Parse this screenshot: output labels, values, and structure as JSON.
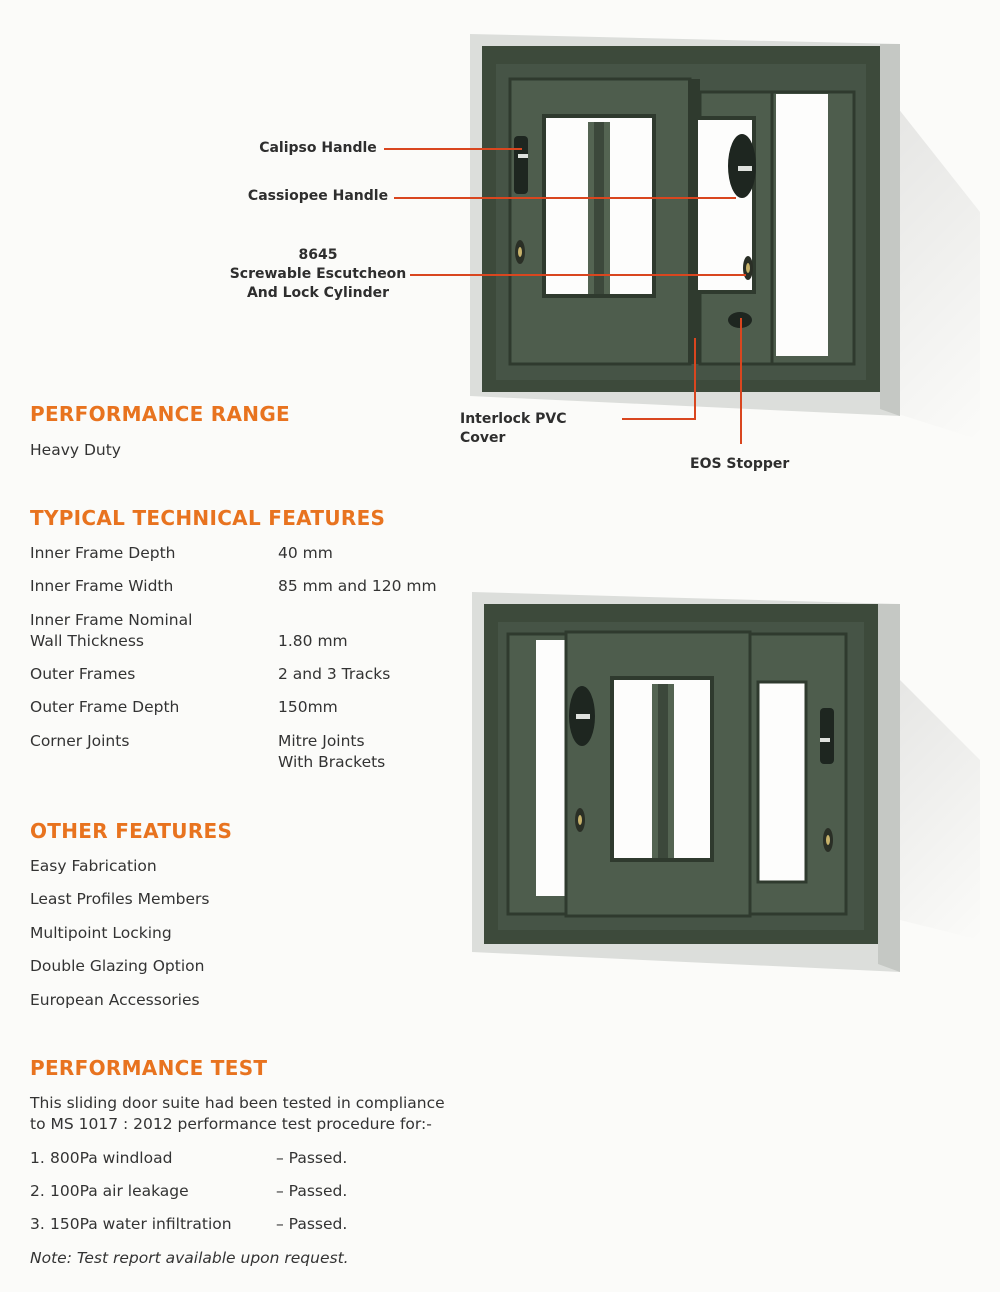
{
  "callouts": {
    "calipso": "Calipso Handle",
    "cassiopee": "Cassiopee Handle",
    "escutcheon_1": "8645",
    "escutcheon_2": "Screwable Escutcheon",
    "escutcheon_3": "And Lock Cylinder",
    "interlock": "Interlock PVC Cover",
    "eos": "EOS Stopper"
  },
  "performance_range": {
    "title": "PERFORMANCE RANGE",
    "value": "Heavy Duty"
  },
  "technical": {
    "title": "TYPICAL TECHNICAL FEATURES",
    "rows": [
      {
        "label": "Inner Frame Depth",
        "value": "40 mm"
      },
      {
        "label": "Inner Frame Width",
        "value": "85 mm and 120 mm"
      },
      {
        "label_1": "Inner Frame Nominal",
        "label_2": "Wall Thickness",
        "value": "1.80 mm"
      },
      {
        "label": "Outer Frames",
        "value": "2 and 3 Tracks"
      },
      {
        "label": "Outer Frame Depth",
        "value": "150mm"
      },
      {
        "label": "Corner Joints",
        "value_1": "Mitre Joints",
        "value_2": "With Brackets"
      }
    ]
  },
  "other": {
    "title": "OTHER FEATURES",
    "items": [
      "Easy Fabrication",
      "Least Profiles Members",
      "Multipoint Locking",
      "Double Glazing Option",
      "European Accessories"
    ]
  },
  "test": {
    "title": "PERFORMANCE TEST",
    "intro_1": "This sliding door suite had been tested in compliance",
    "intro_2": "to MS 1017 : 2012 performance test procedure for:-",
    "rows": [
      {
        "num": "1.",
        "label": "800Pa windload",
        "result": "– Passed."
      },
      {
        "num": "2.",
        "label": "100Pa air leakage",
        "result": "– Passed."
      },
      {
        "num": "3.",
        "label": "150Pa water infiltration",
        "result": "– Passed."
      }
    ],
    "note": "Note: Test report available upon request."
  },
  "colors": {
    "accent": "#e8731f",
    "leader": "#d9461f",
    "frame_green": "#3d4a3b",
    "frame_silver": "#dcdedb"
  }
}
